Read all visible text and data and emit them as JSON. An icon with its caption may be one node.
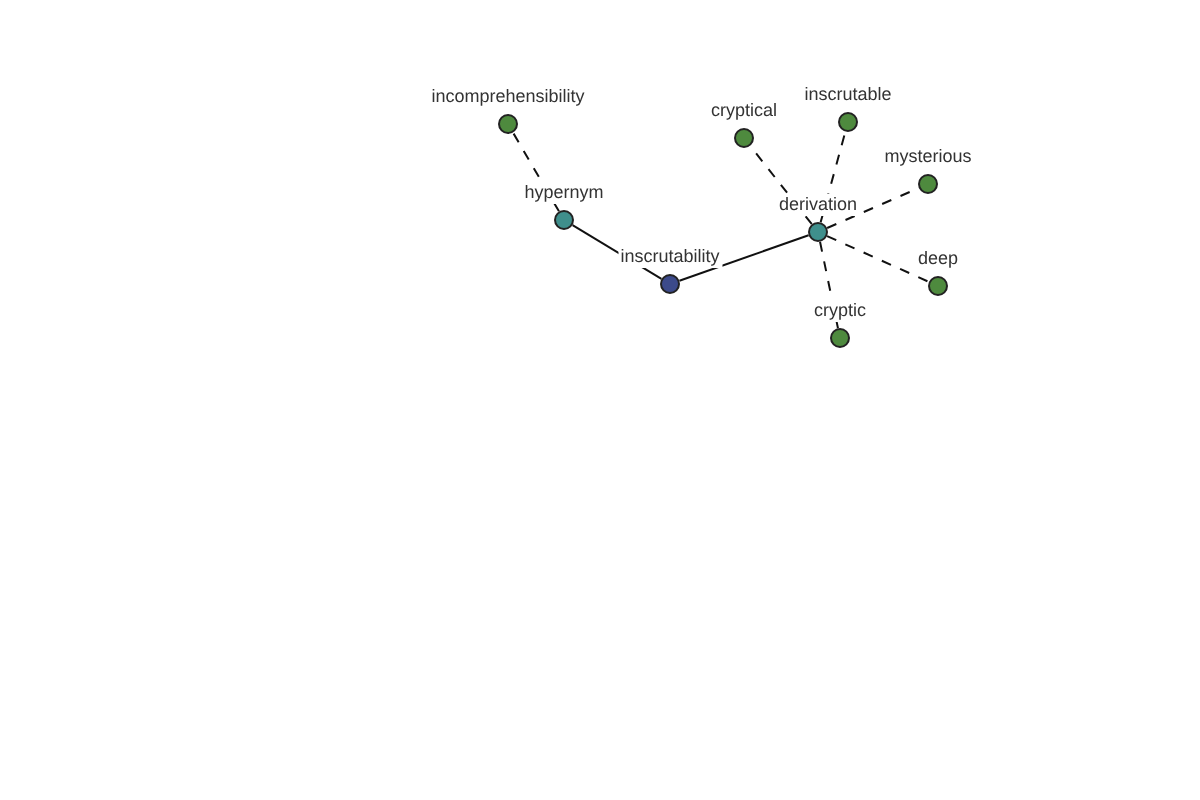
{
  "diagram": {
    "nodes": [
      {
        "text": [],
        "shape": "circle",
        "beside": [
          "incomprehensibility"
        ]
      },
      {
        "text": [],
        "shape": "circle",
        "beside": [
          "inscrutable"
        ]
      },
      {
        "text": [],
        "shape": "circle",
        "beside": [
          "cryptical"
        ]
      },
      {
        "text": [],
        "shape": "circle",
        "beside": [
          "mysterious"
        ]
      },
      {
        "text": [],
        "shape": "circle",
        "beside": [
          "hypernym"
        ]
      },
      {
        "text": [],
        "shape": "circle",
        "beside": [
          "derivation"
        ]
      },
      {
        "text": [],
        "shape": "circle",
        "beside": [
          "inscrutability"
        ]
      },
      {
        "text": [],
        "shape": "circle",
        "beside": [
          "deep"
        ]
      },
      {
        "text": [],
        "shape": "circle",
        "beside": [
          "cryptic"
        ]
      }
    ],
    "edges": [
      {
        "from": 6,
        "to": 4,
        "arrow": "none"
      },
      {
        "from": 6,
        "to": 5,
        "arrow": "none"
      },
      {
        "from": 4,
        "to": 0,
        "arrow": "none",
        "style": "dashed"
      },
      {
        "from": 5,
        "to": 2,
        "arrow": "none",
        "style": "dashed"
      },
      {
        "from": 5,
        "to": 1,
        "arrow": "none",
        "style": "dashed"
      },
      {
        "from": 5,
        "to": 3,
        "arrow": "none",
        "style": "dashed"
      },
      {
        "from": 5,
        "to": 7,
        "arrow": "none",
        "style": "dashed"
      },
      {
        "from": 5,
        "to": 8,
        "arrow": "none",
        "style": "dashed"
      }
    ]
  }
}
